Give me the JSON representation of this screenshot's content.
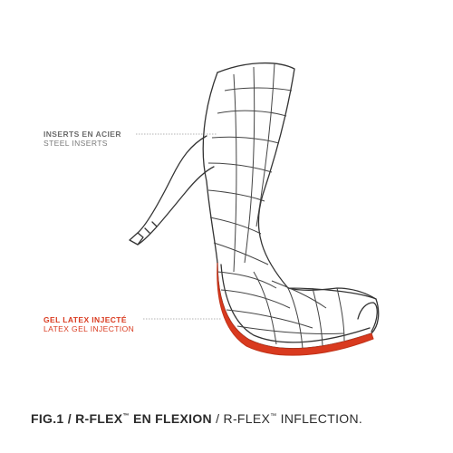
{
  "colors": {
    "accent": "#d93a1f",
    "line": "#333333",
    "leader": "#9a9a9a"
  },
  "labels": {
    "steel": {
      "primary": "INSERTS EN ACIER",
      "secondary": "STEEL INSERTS"
    },
    "gel": {
      "primary": "GEL LATEX INJECTÉ",
      "secondary": "LATEX GEL INJECTION"
    }
  },
  "caption": {
    "bold_part": "FIG.1 / R-FLEX",
    "tm1": "™",
    "bold_part2": " EN FLEXION",
    "separator": " / ",
    "light_part": "R-FLEX",
    "tm2": "™",
    "light_part2": " INFLECTION."
  }
}
